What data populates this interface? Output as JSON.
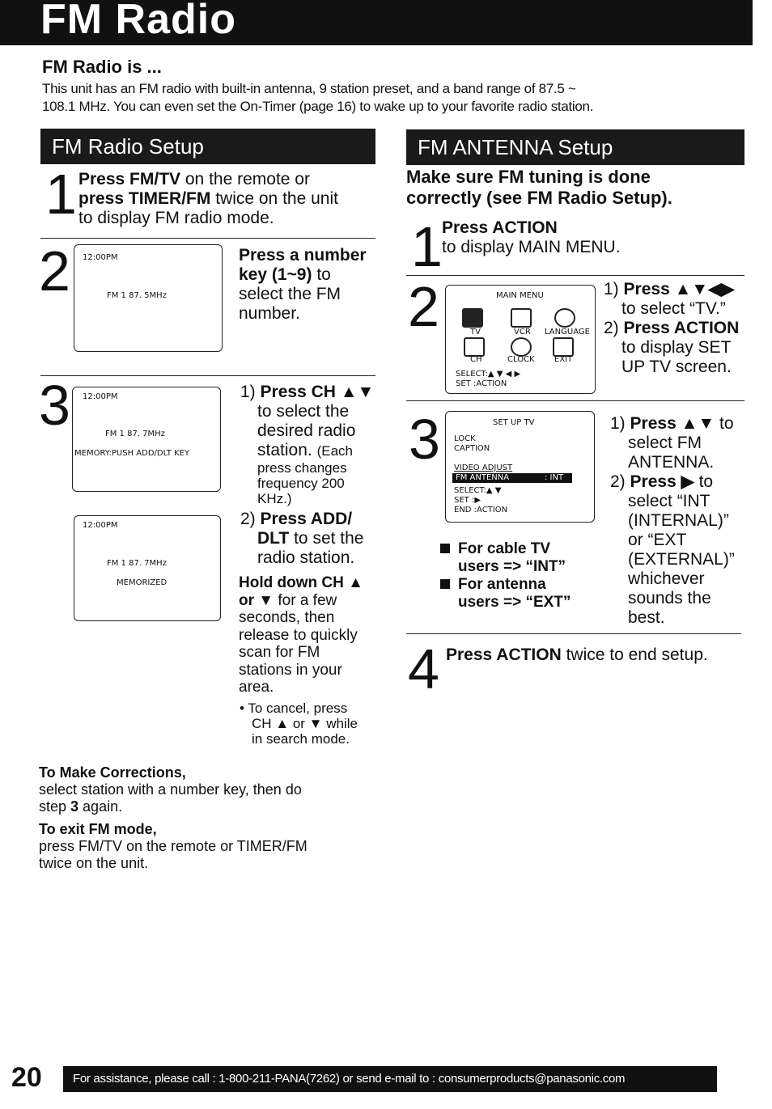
{
  "header": {
    "title": "FM Radio"
  },
  "intro": {
    "heading": "FM Radio is ...",
    "line1": "This unit has an FM radio with built-in antenna, 9 station preset, and a band range of 87.5 ~",
    "line2": "108.1 MHz. You can even set the On-Timer (page 16) to wake up to your favorite radio station."
  },
  "setup": {
    "title": "FM Radio Setup",
    "step1": {
      "num": "1",
      "b1": "Press FM/TV",
      "t1": " on the remote or",
      "b2": "press TIMER/FM",
      "t2": " twice on the unit",
      "t3": "to display FM radio mode."
    },
    "step2": {
      "num": "2",
      "screen": {
        "time": "12:00PM",
        "freq": "FM  1    87. 5MHz"
      },
      "b1": "Press a number",
      "b2": "key (1~9)",
      "t1": " to",
      "t2": "select the FM",
      "t3": "number."
    },
    "step3": {
      "num": "3",
      "screen1": {
        "time": "12:00PM",
        "freq": "FM  1    87. 7MHz",
        "memo": "MEMORY:PUSH  ADD/DLT  KEY"
      },
      "screen2": {
        "time": "12:00PM",
        "freq": "FM  1    87. 7MHz",
        "memo": "MEMORIZED"
      },
      "i1_num": "1)",
      "i1_b": "Press CH ▲▼",
      "i1_l1": "to select the",
      "i1_l2": "desired radio",
      "i1_l3": "station.",
      "i1_l3s": "(Each",
      "i1_l4": "press changes",
      "i1_l5": "frequency 200",
      "i1_l6": "KHz.)",
      "i2_num": "2)",
      "i2_b1": "Press ADD/",
      "i2_b2": "DLT",
      "i2_t2": " to set the",
      "i2_l3": "radio station.",
      "hold_b1": "Hold down CH ▲",
      "hold_b2": "or ▼",
      "hold_t2": " for a few",
      "hold_l3": "seconds, then",
      "hold_l4": "release to quickly",
      "hold_l5": "scan for FM",
      "hold_l6": "stations in your",
      "hold_l7": "area.",
      "cancel_l1": "• To cancel, press",
      "cancel_l2": "CH ▲ or ▼ while",
      "cancel_l3": "in search mode."
    },
    "corrections": {
      "heading": "To Make Corrections,",
      "l1": "select station with a number key, then do",
      "l2a": "step ",
      "l2b": "3",
      "l2c": " again."
    },
    "exit": {
      "heading": "To exit FM mode,",
      "l1": "press FM/TV on the remote or TIMER/FM",
      "l2": "twice on the unit."
    }
  },
  "antenna": {
    "title": "FM ANTENNA Setup",
    "note1": "Make sure FM tuning is done",
    "note2": "correctly (see FM Radio Setup).",
    "step1": {
      "num": "1",
      "b": "Press ACTION",
      "t": "to display MAIN MENU."
    },
    "step2": {
      "num": "2",
      "screen": {
        "title": "MAIN MENU",
        "labels": [
          "TV",
          "VCR",
          "LANGUAGE",
          "CH",
          "CLOCK",
          "EXIT"
        ],
        "select": "SELECT:▲ ▼ ◀ ▶",
        "set": "SET     :ACTION"
      },
      "i1_num": "1)",
      "i1_b": "Press ▲▼◀▶",
      "i1_l2": "to select “TV.”",
      "i2_num": "2)",
      "i2_b": "Press ACTION",
      "i2_l2": "to display SET",
      "i2_l3": "UP TV screen."
    },
    "step3": {
      "num": "3",
      "screen": {
        "title": "SET UP TV",
        "rows": [
          "LOCK",
          "CAPTION",
          "VIDEO ADJUST"
        ],
        "highlight": "FM ANTENNA",
        "highlight_val": ": INT",
        "select": "SELECT:▲ ▼",
        "set": "SET      :▶",
        "end": "END      :ACTION"
      },
      "i1_num": "1)",
      "i1_b": "Press ▲▼",
      "i1_t": " to",
      "i1_l2": "select FM",
      "i1_l3": "ANTENNA.",
      "i2_num": "2)",
      "i2_b": "Press ▶",
      "i2_t": " to",
      "i2_l2": "select “INT",
      "i2_l3": "(INTERNAL)”",
      "i2_l4": "or “EXT",
      "i2_l5": "(EXTERNAL)”",
      "i2_l6": "whichever",
      "i2_l7": "sounds the",
      "i2_l8": "best.",
      "cable_l1": "For cable TV",
      "cable_l2": "users  =>  “INT”",
      "ant_l1": "For antenna",
      "ant_l2": "users  =>  “EXT”"
    },
    "step4": {
      "num": "4",
      "b": "Press ACTION",
      "t": " twice to end setup."
    }
  },
  "footer": {
    "page": "20",
    "text": "For assistance, please call : 1-800-211-PANA(7262) or send e-mail to : consumerproducts@panasonic.com"
  }
}
